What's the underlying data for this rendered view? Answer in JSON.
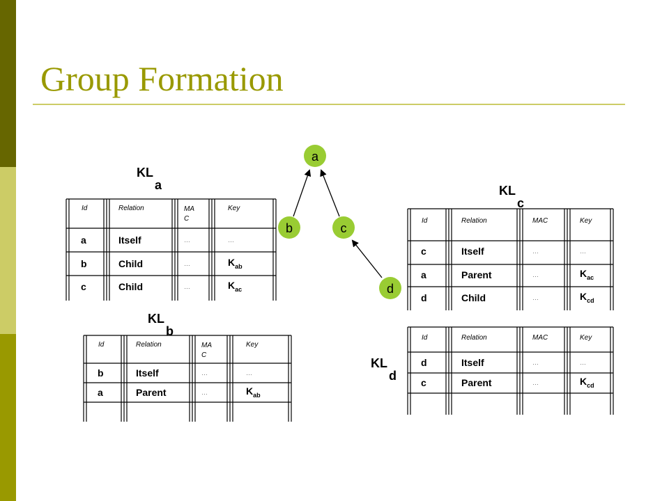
{
  "slide": {
    "title": "Group Formation"
  },
  "tree": {
    "nodes": [
      "a",
      "b",
      "c",
      "d"
    ]
  },
  "lists": {
    "kla": {
      "label": "KL",
      "sub": "a",
      "headers": [
        "Id",
        "Relation",
        "MA\nC",
        "Key"
      ],
      "rows": [
        {
          "id": "a",
          "rel": "Itself",
          "mac": "…",
          "key": "…",
          "keysub": ""
        },
        {
          "id": "b",
          "rel": "Child",
          "mac": "…",
          "key": "K",
          "keysub": "ab"
        },
        {
          "id": "c",
          "rel": "Child",
          "mac": "…",
          "key": "K",
          "keysub": "ac"
        }
      ]
    },
    "klb": {
      "label": "KL",
      "sub": "b",
      "headers": [
        "Id",
        "Relation",
        "MA\nC",
        "Key"
      ],
      "rows": [
        {
          "id": "b",
          "rel": "Itself",
          "mac": "…",
          "key": "…",
          "keysub": ""
        },
        {
          "id": "a",
          "rel": "Parent",
          "mac": "…",
          "key": "K",
          "keysub": "ab"
        }
      ]
    },
    "klc": {
      "label": "KL",
      "sub": "c",
      "headers": [
        "Id",
        "Relation",
        "MAC",
        "Key"
      ],
      "rows": [
        {
          "id": "c",
          "rel": "Itself",
          "mac": "…",
          "key": "…",
          "keysub": ""
        },
        {
          "id": "a",
          "rel": "Parent",
          "mac": "…",
          "key": "K",
          "keysub": "ac"
        },
        {
          "id": "d",
          "rel": "Child",
          "mac": "…",
          "key": "K",
          "keysub": "cd"
        }
      ]
    },
    "kld": {
      "label": "KL",
      "sub": "d",
      "headers": [
        "Id",
        "Relation",
        "MAC",
        "Key"
      ],
      "rows": [
        {
          "id": "d",
          "rel": "Itself",
          "mac": "…",
          "key": "…",
          "keysub": ""
        },
        {
          "id": "c",
          "rel": "Parent",
          "mac": "…",
          "key": "K",
          "keysub": "cd"
        }
      ]
    }
  },
  "colors": {
    "node_fill": "#99cc33",
    "title": "#999900",
    "sidebar_dark": "#666600",
    "sidebar_light": "#cccc66",
    "sidebar_mid": "#999900"
  }
}
